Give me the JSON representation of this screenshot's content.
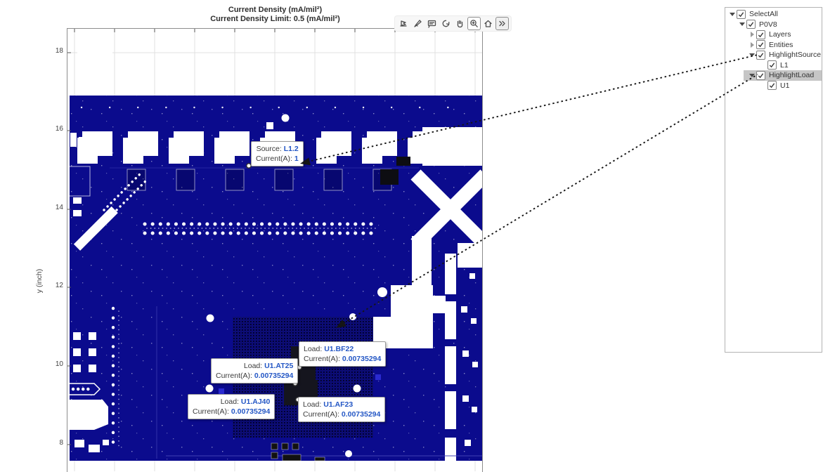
{
  "figure": {
    "title_line1": "Current Density (mA/mil²)",
    "title_line2": "Current Density Limit: 0.5 (mA/mil²)"
  },
  "axes": {
    "ylabel": "y (inch)",
    "yticks": {
      "t18": "18",
      "t16": "16",
      "t14": "14",
      "t12": "12",
      "t10": "10",
      "t8": "8"
    }
  },
  "toolbar": {
    "icons": [
      "export",
      "brush",
      "data-tips",
      "rotate-3d",
      "pan",
      "zoom-in",
      "restore-view",
      "more"
    ],
    "active_icon": "zoom-in"
  },
  "datatips": {
    "source": {
      "label": "Source:",
      "value": "L1.2",
      "current_label": "Current(A):",
      "current_value": "1"
    },
    "bf22": {
      "label": "Load:",
      "value": "U1.BF22",
      "current_label": "Current(A):",
      "current_value": "0.00735294"
    },
    "at25": {
      "label": "Load:",
      "value": "U1.AT25",
      "current_label": "Current(A):",
      "current_value": "0.00735294"
    },
    "aj40": {
      "label": "Load:",
      "value": "U1.AJ40",
      "current_label": "Current(A):",
      "current_value": "0.00735294"
    },
    "af23": {
      "label": "Load:",
      "value": "U1.AF23",
      "current_label": "Current(A):",
      "current_value": "0.00735294"
    }
  },
  "tree": {
    "items": [
      {
        "label": "SelectAll",
        "level": 0,
        "expander": "expanded",
        "checked": true,
        "selected": false
      },
      {
        "label": "P0V8",
        "level": 1,
        "expander": "expanded",
        "checked": true,
        "selected": false
      },
      {
        "label": "Layers",
        "level": 2,
        "expander": "collapsed",
        "checked": true,
        "selected": false
      },
      {
        "label": "Entities",
        "level": 2,
        "expander": "collapsed",
        "checked": true,
        "selected": false
      },
      {
        "label": "HighlightSource",
        "level": 2,
        "expander": "expanded",
        "checked": true,
        "selected": false
      },
      {
        "label": "L1",
        "level": 3,
        "expander": "none",
        "checked": true,
        "selected": false
      },
      {
        "label": "HighlightLoad",
        "level": 2,
        "expander": "expanded",
        "checked": true,
        "selected": true
      },
      {
        "label": "U1",
        "level": 3,
        "expander": "none",
        "checked": true,
        "selected": false
      }
    ]
  },
  "colors": {
    "board_blue": "#0b0b8d",
    "bga_dark": "#0a0a7e",
    "value_blue": "#2457c5",
    "selected_row_gray": "#c6c6c6"
  }
}
